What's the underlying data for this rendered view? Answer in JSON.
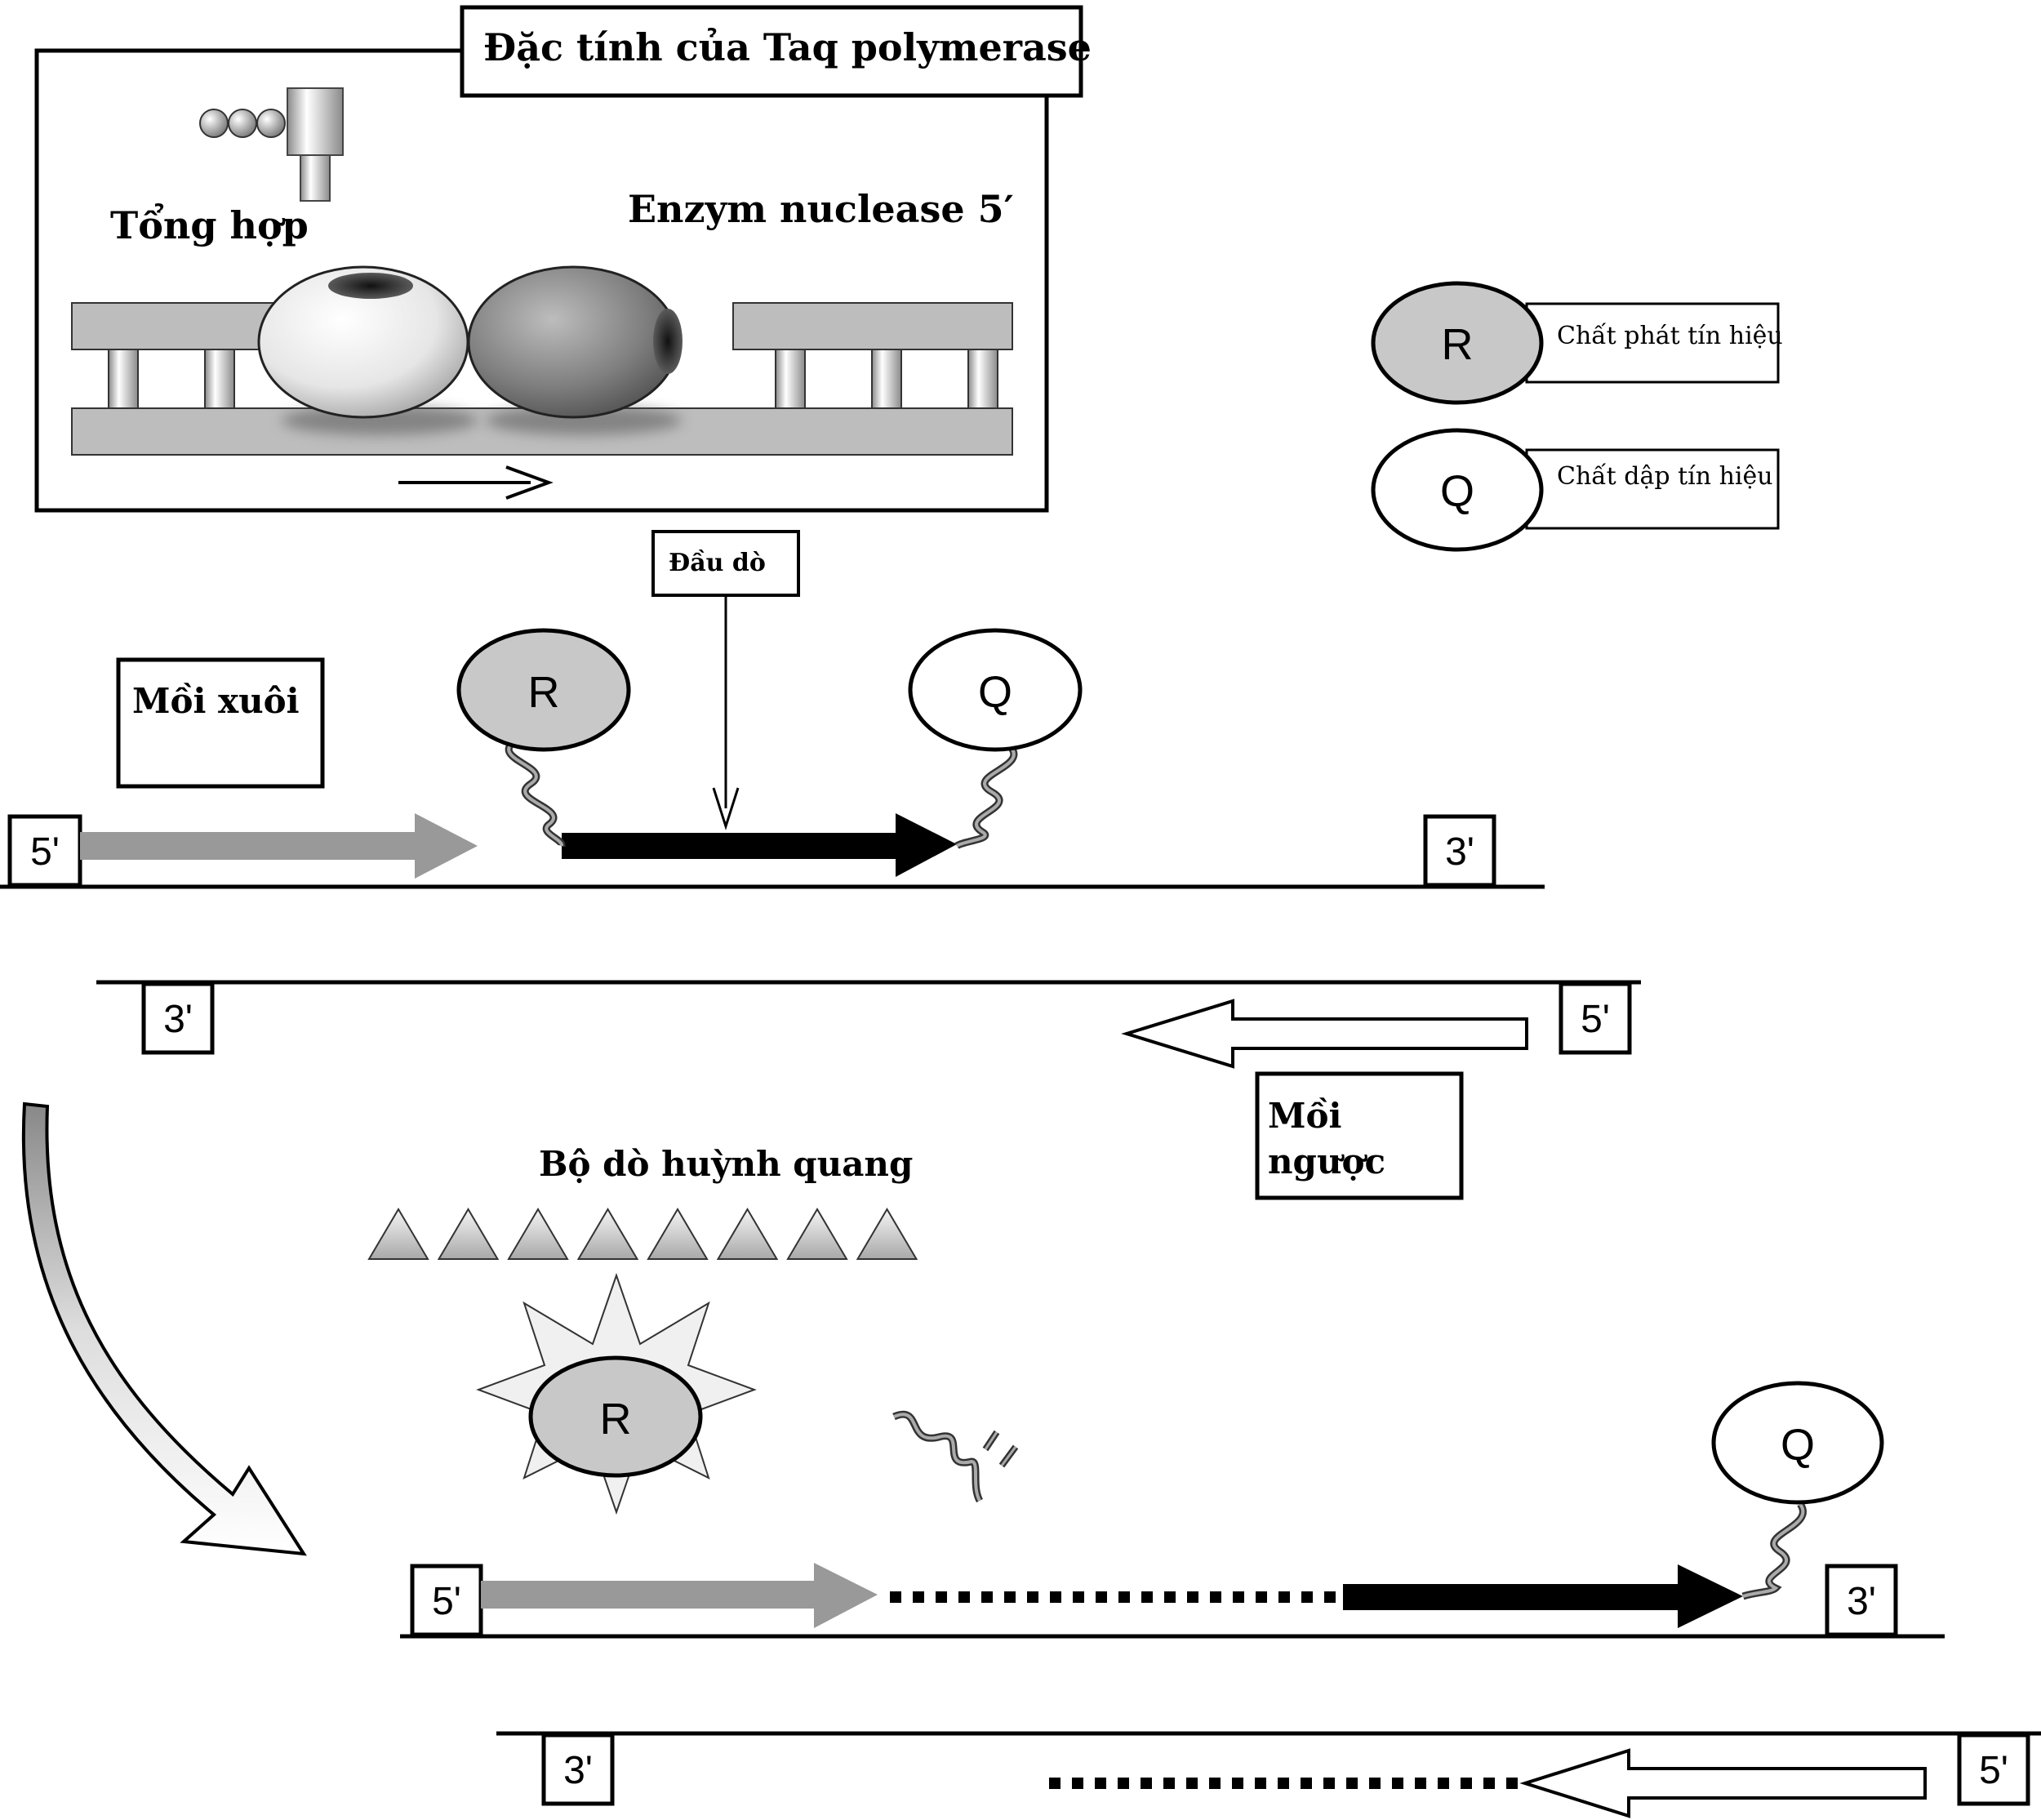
{
  "taq_box": {
    "title": "Đặc tính của Taq polymerase",
    "synthesis_label": "Tổng hợp",
    "nuclease_label": "Enzym nuclease 5′"
  },
  "legend": {
    "reporter": {
      "symbol": "R",
      "label": "Chất phát tín hiệu"
    },
    "quencher": {
      "symbol": "Q",
      "label": "Chất dập tín hiệu"
    }
  },
  "probe_label": "Đầu dò",
  "forward_primer_label": "Mồi xuôi",
  "reverse_primer_label": [
    "Mồi",
    "ngược"
  ],
  "fluorescence_label": "Bộ dò huỳnh quang",
  "ends": {
    "five": "5'",
    "three": "3'"
  },
  "reporter_symbol": "R",
  "quencher_symbol": "Q",
  "colors": {
    "reporter_fill": "#c8c8c8",
    "primer_fill": "#999999",
    "probe_fill": "#000000",
    "stroke": "#000000"
  }
}
